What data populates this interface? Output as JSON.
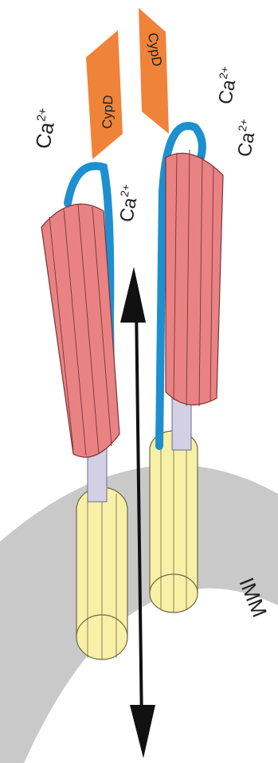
{
  "labels": {
    "cypd_left": "CypD",
    "cypd_right": "CypD",
    "ca_left": "Ca",
    "ca_left_sup": "2+",
    "ca_center": "Ca",
    "ca_center_sup": "2+",
    "ca_right_top": "Ca",
    "ca_right_top_sup": "2+",
    "ca_right_bottom": "Ca",
    "ca_right_bottom_sup": "2+",
    "membrane": "IMM"
  },
  "colors": {
    "membrane": "#c9c9c9",
    "cypd": "#f0833a",
    "f1": "#e98283",
    "stalk": "#d3d0e6",
    "fo": "#f7f0a6",
    "peripheral_stalk": "#1e8fcf",
    "arrow": "#111111"
  }
}
